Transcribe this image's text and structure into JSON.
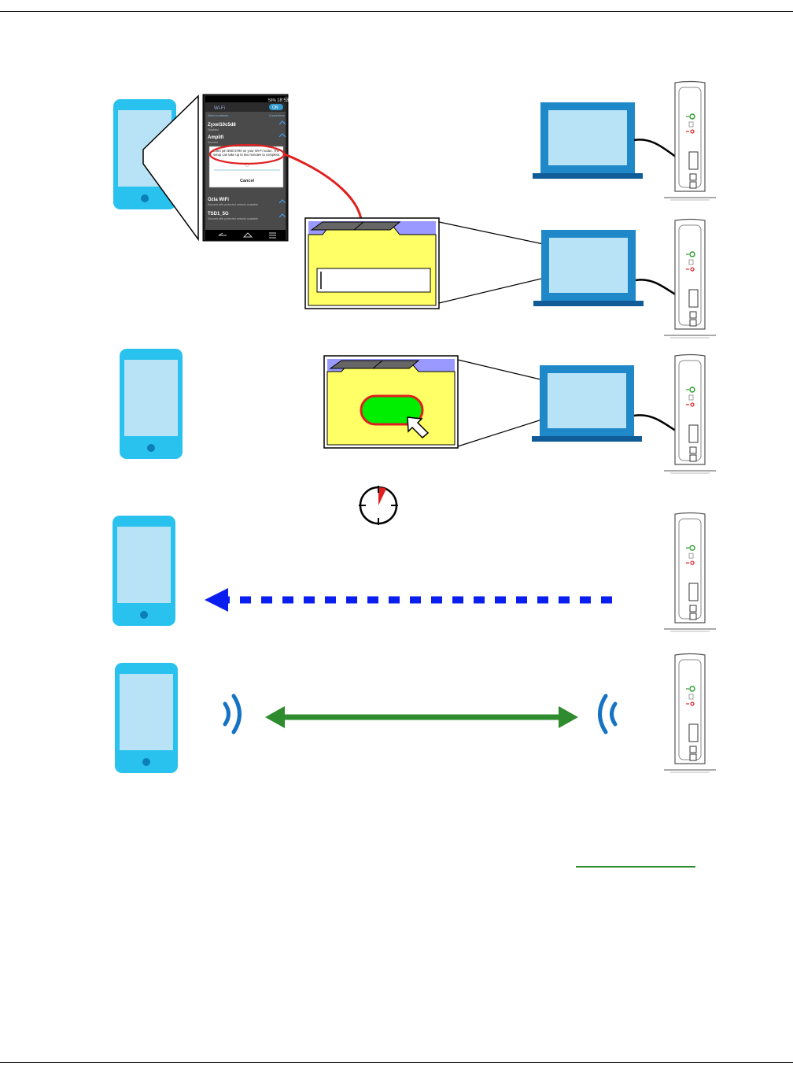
{
  "colors": {
    "device_blue": "#29c2ef",
    "screen_light": "#b8e3f7",
    "laptop_blue": "#1f88c8",
    "laptop_base": "#0f5c98",
    "folder_yellow": "#ffff66",
    "folder_tab": "#9999ff",
    "pin_arrow_red": "#e02020",
    "wps_button_green": "#00ee00",
    "search_arrow_blue": "#0a1ef0",
    "link_arrow_green": "#2e8b2e",
    "wave_blue": "#1572c4"
  },
  "icons": [
    "smartphone-icon",
    "laptop-icon",
    "router-icon",
    "timer-icon",
    "cursor-icon",
    "wifi-wave-icon"
  ],
  "phone_screenshot": {
    "status_time": "18:53",
    "status_battery": "56%",
    "header": "Wi-Fi",
    "toggle": "ON",
    "list_header_left": "Select a network",
    "list_header_right": "Connections",
    "networks": [
      {
        "name": "Zyxel10c5d8",
        "status": "Disabled"
      },
      {
        "name": "Amplifi",
        "status": "Secured"
      },
      {
        "name": "Ozla WiFi",
        "status": "Secured with protected network available"
      },
      {
        "name": "TSD1_5G",
        "status": "Secured with protected network available"
      }
    ],
    "dialog_text": "Enter pin 86573790 on your Wi-Fi router. The setup can take up to two minutes to complete.",
    "dialog_cancel": "Cancel"
  }
}
